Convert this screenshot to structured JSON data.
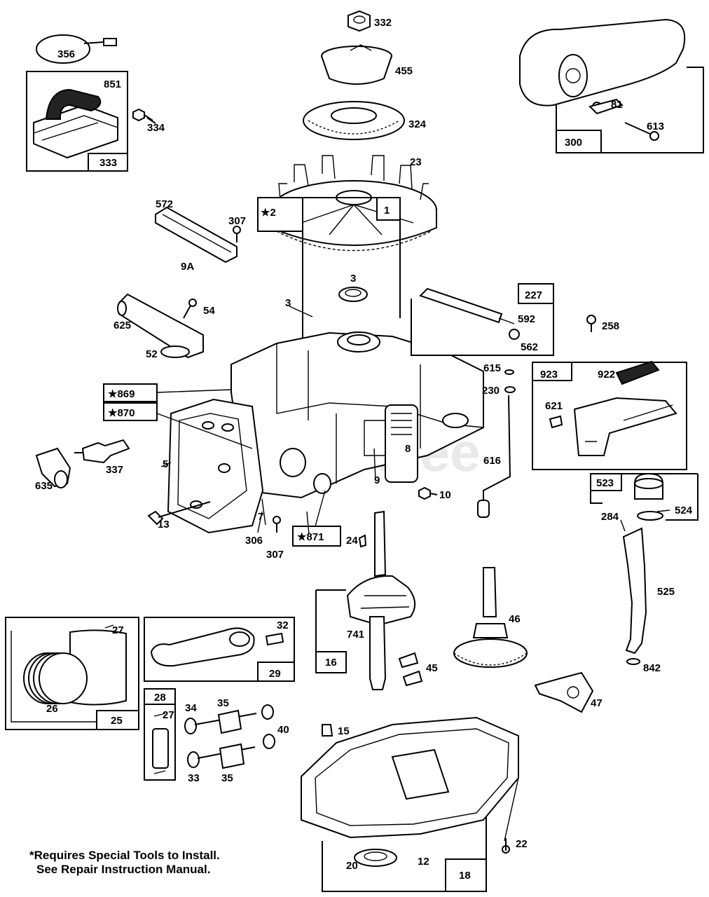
{
  "diagram": {
    "watermark": "PartsTree",
    "note_line1": "*Requires Special Tools to Install.",
    "note_line2": "See Repair Instruction Manual.",
    "labels": {
      "p332": "332",
      "p455": "455",
      "p356": "356",
      "p851": "851",
      "p334": "334",
      "p333": "333",
      "p324": "324",
      "p23": "23",
      "p300": "300",
      "p81": "81",
      "p613": "613",
      "p572": "572",
      "p307a": "307",
      "p9a": "9A",
      "p2": "★2",
      "p3a": "3",
      "p3b": "3",
      "p1": "1",
      "p227": "227",
      "p592": "592",
      "p562": "562",
      "p258": "258",
      "p54": "54",
      "p625": "625",
      "p52": "52",
      "p615": "615",
      "p230": "230",
      "p923": "923",
      "p922": "922",
      "p621": "621",
      "p869": "★869",
      "p870": "★870",
      "p8": "8",
      "p616": "616",
      "p5": "5",
      "p337": "337",
      "p635": "635",
      "p9": "9",
      "p10": "10",
      "p523": "523",
      "p524": "524",
      "p284": "284",
      "p13": "13",
      "p7": "7",
      "p306": "306",
      "p307b": "307",
      "p871": "★871",
      "p24": "24",
      "p525": "525",
      "p741": "741",
      "p16": "16",
      "p46": "46",
      "p45": "45",
      "p842": "842",
      "p47": "47",
      "p27a": "27",
      "p26": "26",
      "p25": "25",
      "p32": "32",
      "p29": "29",
      "p28": "28",
      "p27b": "27",
      "p34": "34",
      "p35a": "35",
      "p40": "40",
      "p33": "33",
      "p35b": "35",
      "p15": "15",
      "p22": "22",
      "p20": "20",
      "p12": "12",
      "p18": "18"
    }
  }
}
